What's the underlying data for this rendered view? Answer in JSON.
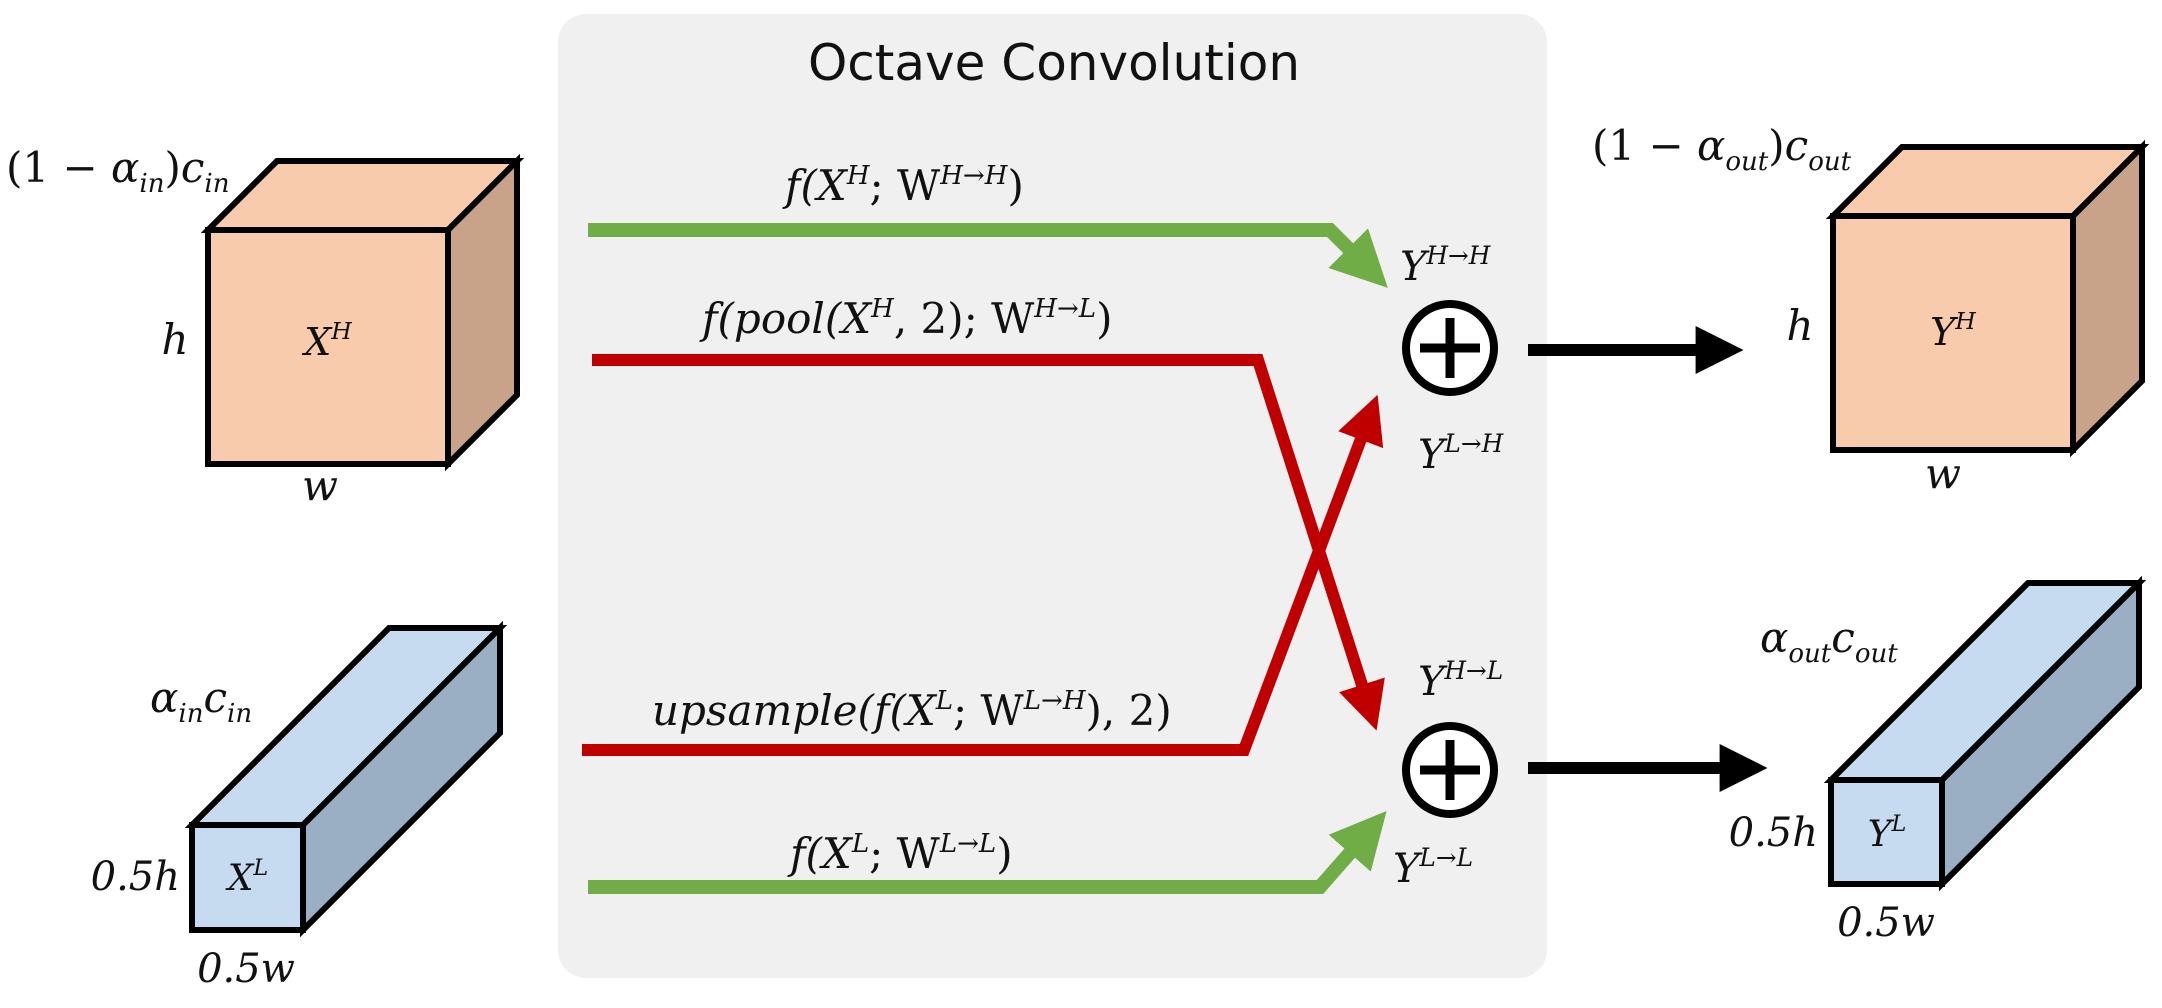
{
  "title": "Octave Convolution",
  "colors": {
    "high_freq_face": "#F8CBAD",
    "high_freq_side": "#C9A28A",
    "low_freq_face": "#C6DBEF",
    "low_freq_side": "#9BAFC4",
    "panel": "#F0F0F0",
    "intra_frequency_arrow": "#70AD47",
    "inter_frequency_arrow": "#C00000",
    "output_arrow": "#000000"
  },
  "input_high": {
    "channels": {
      "a": "(1 − ",
      "b": "α",
      "c": "in",
      "d": ")",
      "e": "c",
      "f": "in"
    },
    "height": "h",
    "width": "w",
    "name": {
      "base": "X",
      "sup": "H"
    }
  },
  "input_low": {
    "channels": {
      "a": "α",
      "b": "in",
      "c": "c",
      "d": "in"
    },
    "height": "0.5h",
    "width": "0.5w",
    "name": {
      "base": "X",
      "sup": "L"
    }
  },
  "output_high": {
    "channels": {
      "a": "(1 − ",
      "b": "α",
      "c": "out",
      "d": ")",
      "e": "c",
      "f": "out"
    },
    "height": "h",
    "width": "w",
    "name": {
      "base": "Y",
      "sup": "H"
    }
  },
  "output_low": {
    "channels": {
      "a": "α",
      "b": "out",
      "c": "c",
      "d": "out"
    },
    "height": "0.5h",
    "width": "0.5w",
    "name": {
      "base": "Y",
      "sup": "L"
    }
  },
  "paths": {
    "h_to_h": {
      "a": "f(X",
      "b": "H",
      "c": "; W",
      "d": "H→H",
      "e": ")"
    },
    "h_to_l": {
      "a": "f(pool(X",
      "b": "H",
      "c": ", 2); W",
      "d": "H→L",
      "e": ")"
    },
    "l_to_h": {
      "a": "upsample(f(X",
      "b": "L",
      "c": "; W",
      "d": "L→H",
      "e": "), 2)"
    },
    "l_to_l": {
      "a": "f(X",
      "b": "L",
      "c": "; W",
      "d": "L→L",
      "e": ")"
    }
  },
  "partials": {
    "y_h_h": {
      "base": "Y",
      "sup": "H→H"
    },
    "y_l_h": {
      "base": "Y",
      "sup": "L→H"
    },
    "y_h_l": {
      "base": "Y",
      "sup": "H→L"
    },
    "y_l_l": {
      "base": "Y",
      "sup": "L→L"
    }
  },
  "sum_symbol": "⊕"
}
